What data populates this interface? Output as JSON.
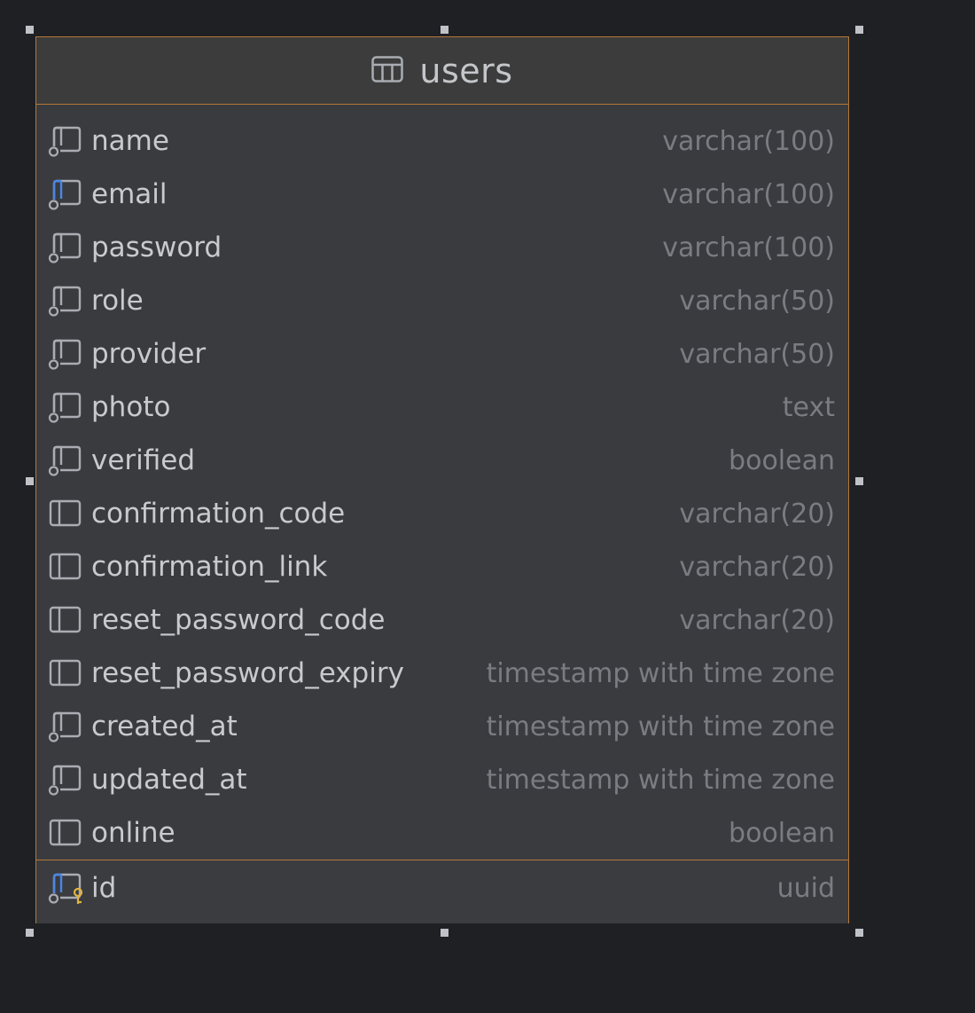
{
  "table": {
    "name": "users",
    "icon": "table-grid-icon",
    "columns": [
      {
        "name": "name",
        "type": "varchar(100)",
        "icon": "column-not-null-icon"
      },
      {
        "name": "email",
        "type": "varchar(100)",
        "icon": "column-indexed-not-null-icon"
      },
      {
        "name": "password",
        "type": "varchar(100)",
        "icon": "column-not-null-icon"
      },
      {
        "name": "role",
        "type": "varchar(50)",
        "icon": "column-not-null-icon"
      },
      {
        "name": "provider",
        "type": "varchar(50)",
        "icon": "column-not-null-icon"
      },
      {
        "name": "photo",
        "type": "text",
        "icon": "column-not-null-icon"
      },
      {
        "name": "verified",
        "type": "boolean",
        "icon": "column-not-null-icon"
      },
      {
        "name": "confirmation_code",
        "type": "varchar(20)",
        "icon": "column-icon"
      },
      {
        "name": "confirmation_link",
        "type": "varchar(20)",
        "icon": "column-icon"
      },
      {
        "name": "reset_password_code",
        "type": "varchar(20)",
        "icon": "column-icon"
      },
      {
        "name": "reset_password_expiry",
        "type": "timestamp with time zone",
        "icon": "column-icon"
      },
      {
        "name": "created_at",
        "type": "timestamp with time zone",
        "icon": "column-not-null-icon"
      },
      {
        "name": "updated_at",
        "type": "timestamp with time zone",
        "icon": "column-not-null-icon"
      },
      {
        "name": "online",
        "type": "boolean",
        "icon": "column-icon"
      }
    ],
    "primary_key": {
      "name": "id",
      "type": "uuid",
      "icon": "primary-key-column-icon"
    }
  },
  "colors": {
    "selection_border": "#b5773a",
    "index_marker": "#4a86e8",
    "key_marker": "#e2b341"
  }
}
